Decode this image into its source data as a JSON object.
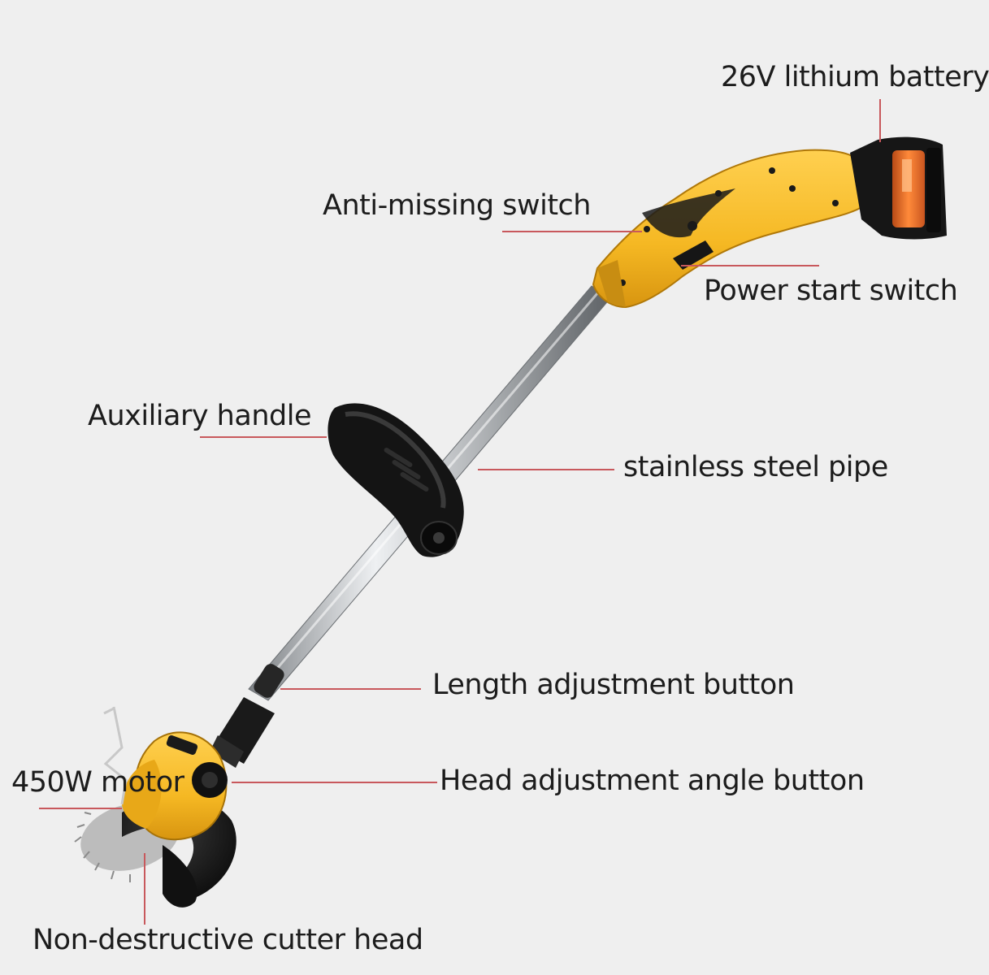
{
  "labels": {
    "battery": "26V lithium battery",
    "anti_missing": "Anti-missing switch",
    "power_start": "Power start switch",
    "aux_handle": "Auxiliary handle",
    "steel_pipe": "stainless steel pipe",
    "length_adjust": "Length adjustment button",
    "motor": "450W motor",
    "head_angle": "Head adjustment angle button",
    "cutter_head": "Non-destructive cutter head"
  },
  "colors": {
    "background": "#efefef",
    "leader_line": "#c8585c",
    "body_yellow": "#f5b823",
    "battery_orange": "#e0662a",
    "dark_plastic": "#1e1e1e",
    "steel": "#b9bcbf"
  }
}
